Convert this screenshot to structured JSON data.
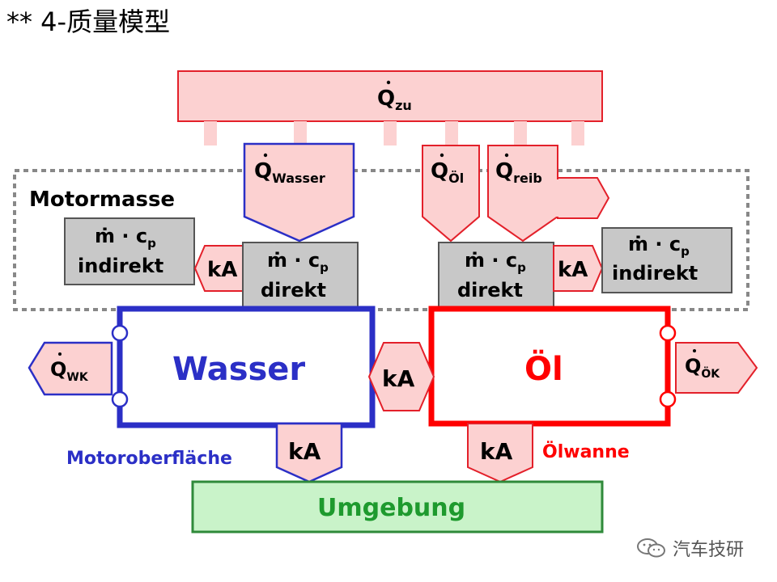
{
  "title": "**  4-质量模型",
  "labels": {
    "q_zu_base": "Q",
    "q_zu_sub": "zu",
    "q_wasser_base": "Q",
    "q_wasser_sub": "Wasser",
    "q_oel_base": "Q",
    "q_oel_sub": "Öl",
    "q_reib_base": "Q",
    "q_reib_sub": "reib",
    "motormasse": "Motormasse",
    "mcp_ind_left_top": "ṁ · c",
    "mcp_ind_left_sub": "p",
    "mcp_ind_left_bottom": "indirekt",
    "mcp_dir_left_top": "ṁ · c",
    "mcp_dir_left_sub": "p",
    "mcp_dir_left_bottom": "direkt",
    "mcp_dir_right_top": "ṁ · c",
    "mcp_dir_right_sub": "p",
    "mcp_dir_right_bottom": "direkt",
    "mcp_ind_right_top": "ṁ · c",
    "mcp_ind_right_sub": "p",
    "mcp_ind_right_bottom": "indirekt",
    "ka": "kA",
    "wasser": "Wasser",
    "oel": "Öl",
    "q_wk_base": "Q",
    "q_wk_sub": "WK",
    "q_oek_base": "Q",
    "q_oek_sub": "ÖK",
    "motoroberflaeche": "Motoroberfläche",
    "oelwanne": "Ölwanne",
    "umgebung": "Umgebung",
    "watermark": "汽车技研"
  },
  "colors": {
    "pink_fill": "#fcd1d1",
    "pink_stroke": "#e3202a",
    "blue": "#2b2fc6",
    "red": "#ff0000",
    "gray_fill": "#c8c8c8",
    "gray_stroke": "#555555",
    "green_fill": "#c9f3c9",
    "green_stroke": "#2f8a3a",
    "green_text": "#1e9a2e",
    "dashed": "#888888"
  }
}
